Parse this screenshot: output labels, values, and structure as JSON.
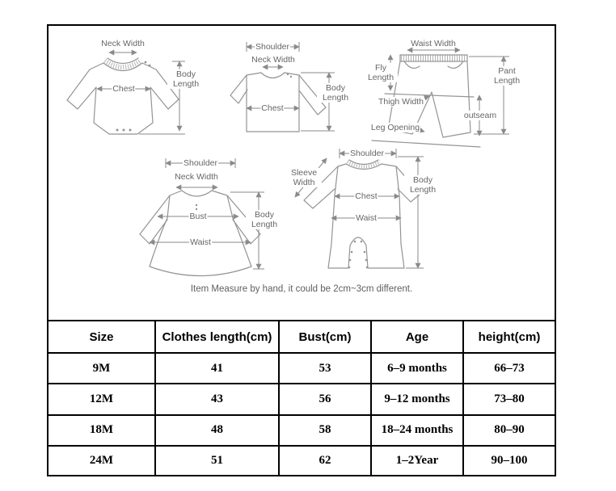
{
  "size_guide": {
    "diagrams": {
      "bodysuit": {
        "neck_width": "Neck Width",
        "chest": "Chest",
        "body_length": "Body Length"
      },
      "tshirt": {
        "shoulder": "Shoulder",
        "neck_width": "Neck Width",
        "chest": "Chest",
        "body_length": "Body Length"
      },
      "pants": {
        "waist_width": "Waist Width",
        "fly_length": "Fly Length",
        "thigh_width": "Thigh Width",
        "leg_opening": "Leg Opening",
        "outseam": "outseam",
        "pant_length": "Pant Length"
      },
      "dress": {
        "shoulder": "Shoulder",
        "neck_width": "Neck Width",
        "bust": "Bust",
        "waist": "Waist",
        "body_length": "Body Length"
      },
      "romper": {
        "shoulder": "Shoulder",
        "sleeve_width": "Sleeve Width",
        "chest": "Chest",
        "waist": "Waist",
        "body_length": "Body Length"
      }
    },
    "note": "Item Measure by hand, it could be 2cm~3cm different.",
    "table": {
      "columns": [
        "Size",
        "Clothes length(cm)",
        "Bust(cm)",
        "Age",
        "height(cm)"
      ],
      "rows": [
        [
          "9M",
          "41",
          "53",
          "6–9 months",
          "66–73"
        ],
        [
          "12M",
          "43",
          "56",
          "9–12 months",
          "73–80"
        ],
        [
          "18M",
          "48",
          "58",
          "18–24 months",
          "80–90"
        ],
        [
          "24M",
          "51",
          "62",
          "1–2Year",
          "90–100"
        ]
      ]
    },
    "colors": {
      "diagram_line": "#949494",
      "diagram_text": "#666666",
      "table_border": "#000000",
      "table_text": "#000000",
      "background": "#ffffff"
    }
  }
}
